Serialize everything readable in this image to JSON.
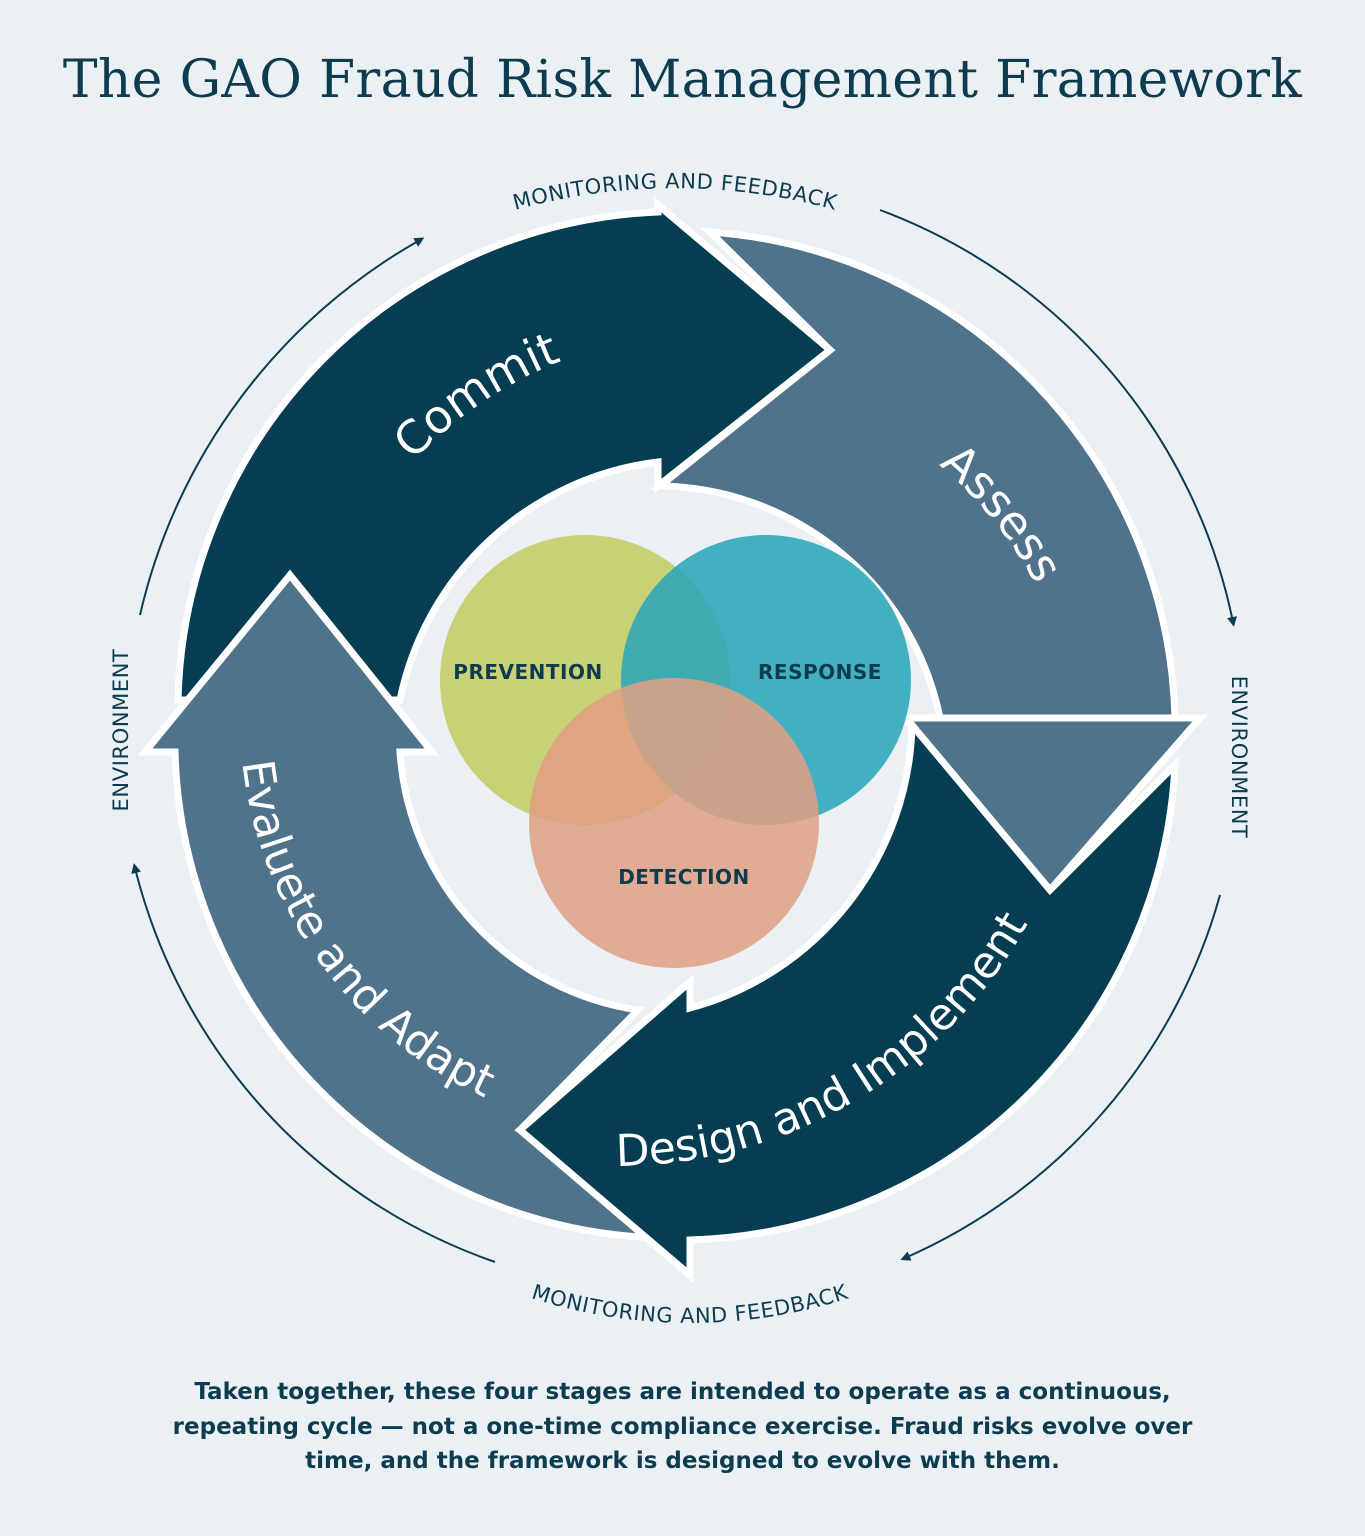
{
  "title": "The GAO Fraud Risk Management Framework",
  "stages": {
    "commit": "Commit",
    "assess": "Assess",
    "design": "Design and Implement",
    "evaluate": "Evaluete and Adapt"
  },
  "ring": {
    "monitoring_top": "MONITORING AND FEEDBACK",
    "monitoring_bottom": "MONITORING AND FEEDBACK",
    "environment_left": "ENVIRONMENT",
    "environment_right": "ENVIRONMENT"
  },
  "venn": {
    "prevention": "PREVENTION",
    "response": "RESPONSE",
    "detection": "DETECTION"
  },
  "caption": "Taken together, these four stages are intended to operate as a continuous, repeating cycle — not a one-time compliance exercise. Fraud risks evolve over time, and the framework is designed to evolve with them.",
  "colors": {
    "dark_arrow": "#053d52",
    "light_arrow": "#4f738b",
    "prevention": "#c4cd68",
    "response": "#2aa6b9",
    "detection": "#e09f82",
    "background": "#ebf0f5"
  }
}
